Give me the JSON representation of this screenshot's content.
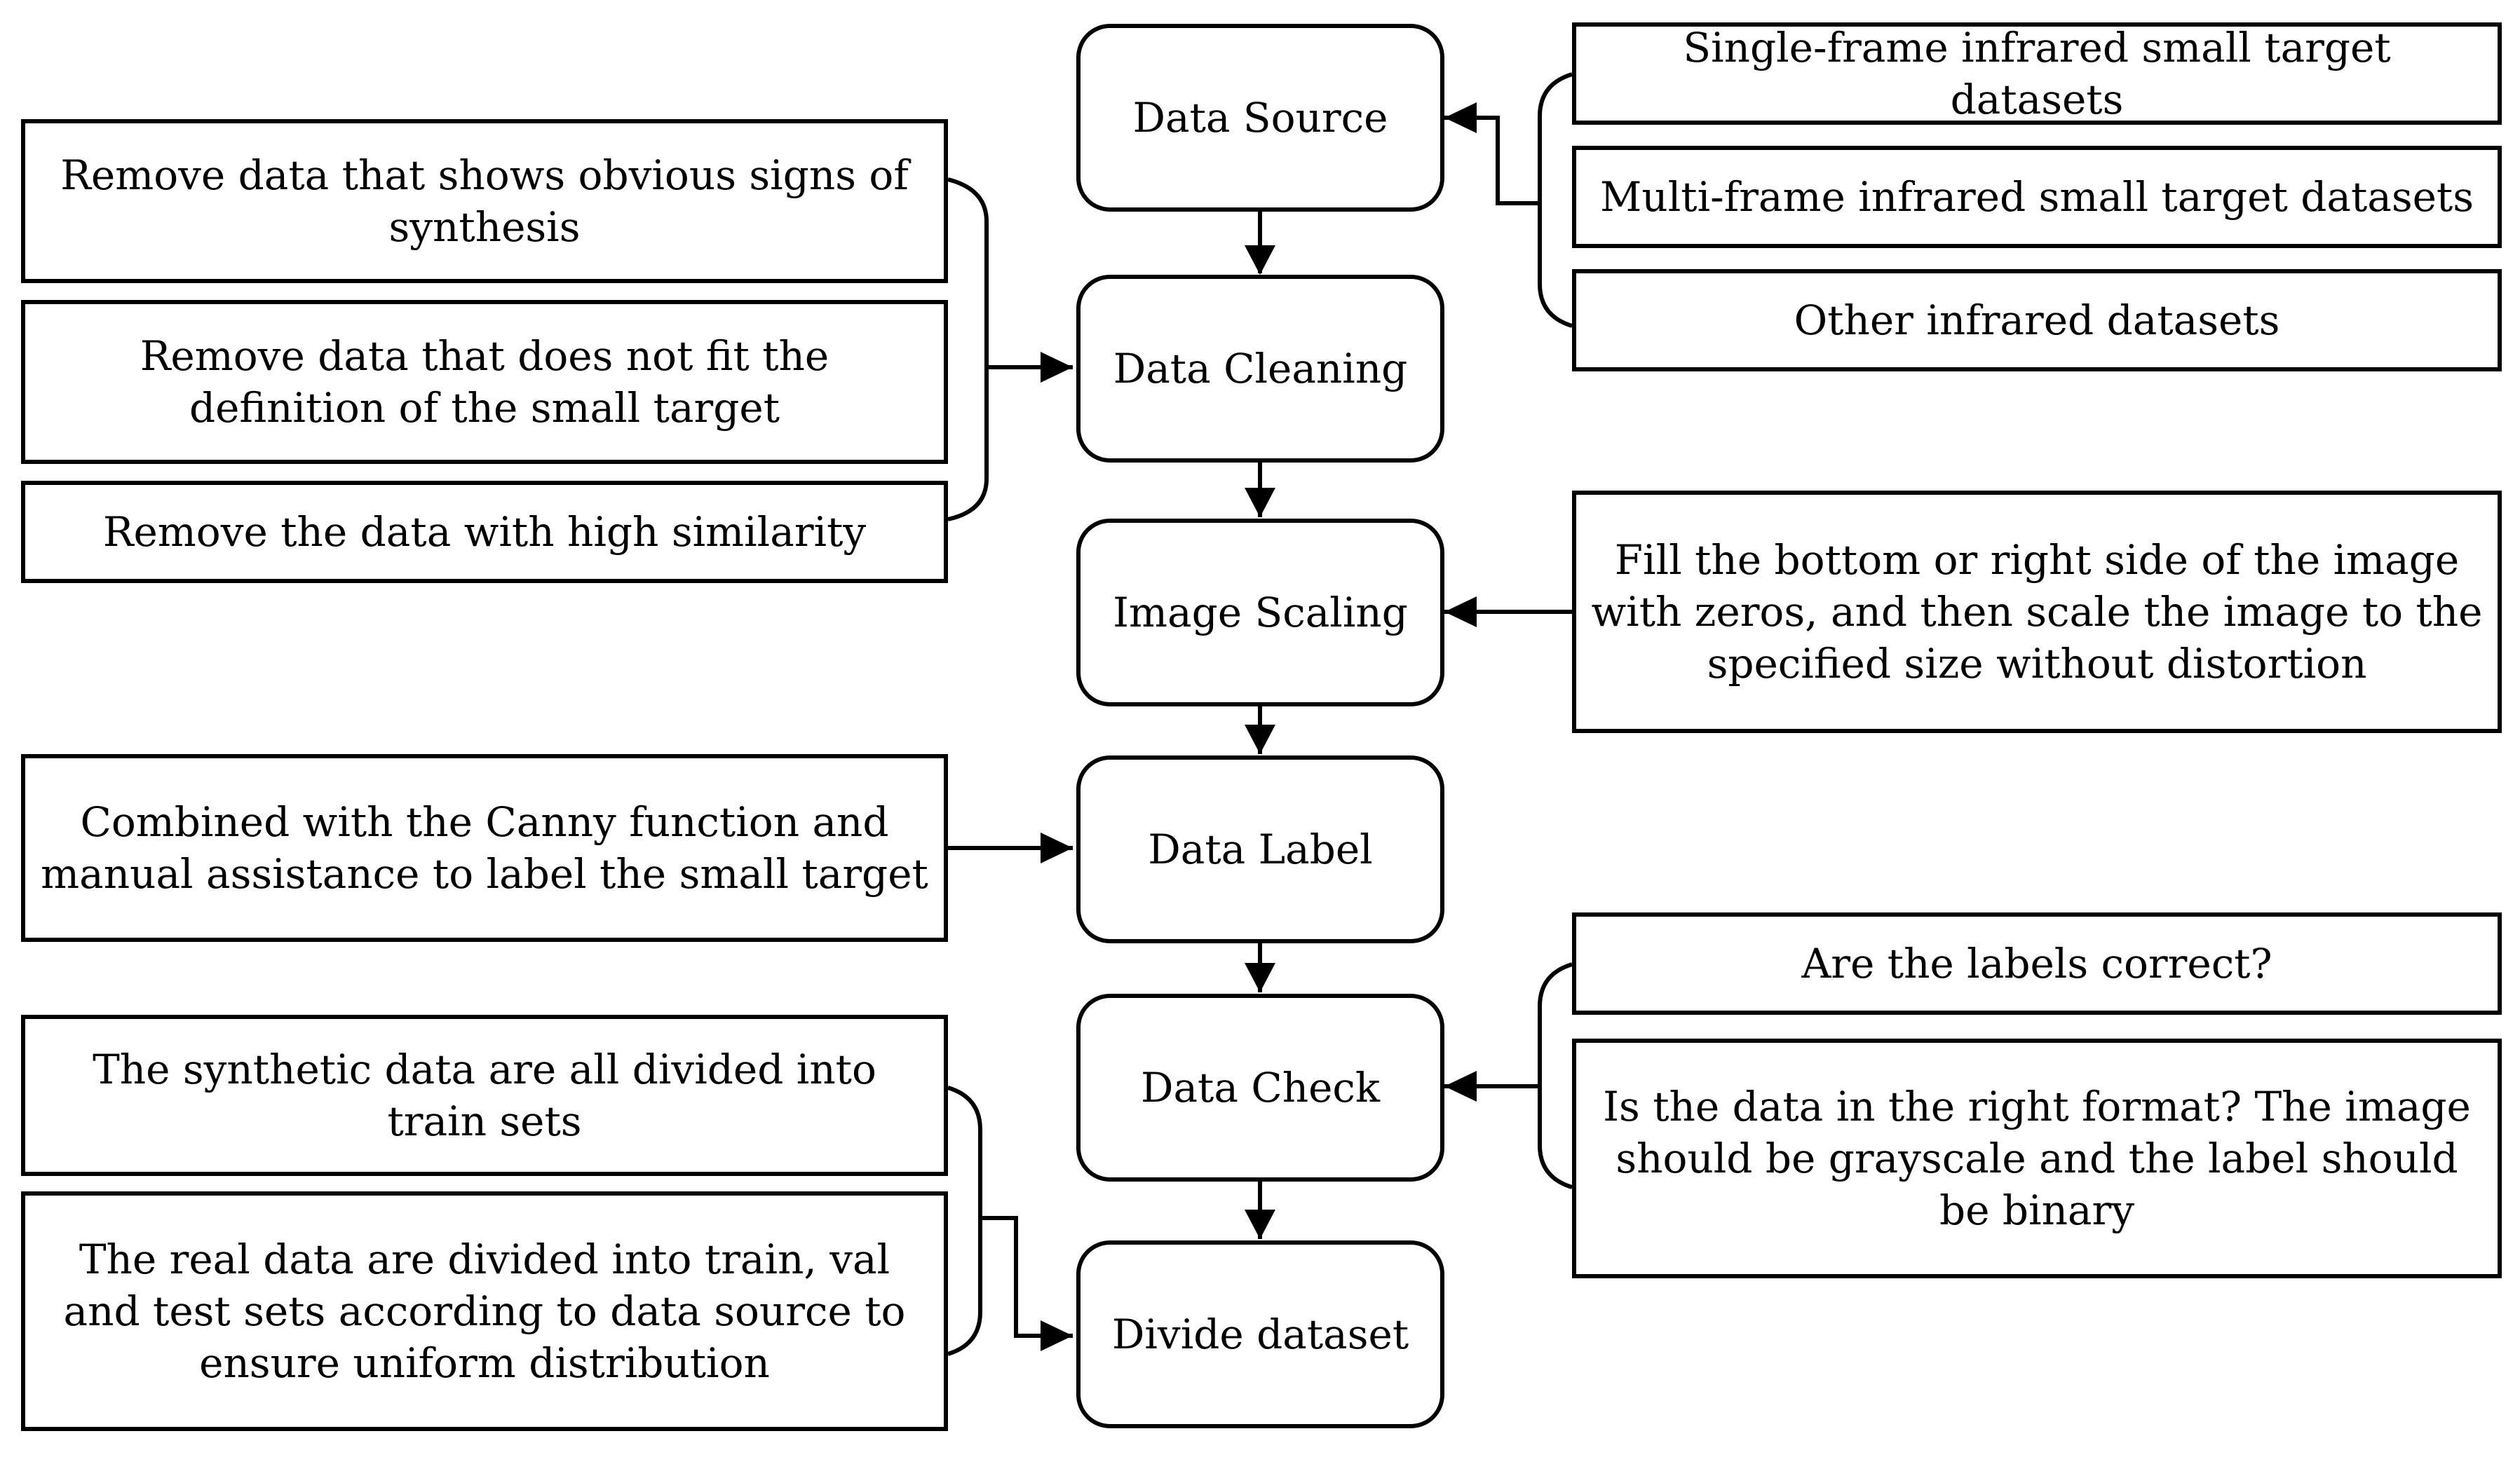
{
  "steps": [
    {
      "id": "source",
      "label": "Data Source"
    },
    {
      "id": "cleaning",
      "label": "Data Cleaning"
    },
    {
      "id": "scaling",
      "label": "Image Scaling"
    },
    {
      "id": "label",
      "label": "Data Label"
    },
    {
      "id": "check",
      "label": "Data Check"
    },
    {
      "id": "divide",
      "label": "Divide dataset"
    }
  ],
  "source_notes": [
    "Single-frame infrared small target datasets",
    "Multi-frame infrared small target datasets",
    "Other infrared datasets"
  ],
  "cleaning_notes": [
    "Remove data that shows obvious signs of synthesis",
    "Remove data that does not fit the definition of the small target",
    "Remove the data with high similarity"
  ],
  "scaling_note": "Fill the bottom or right side of the image with zeros, and then scale the image to the specified size without distortion",
  "label_note": "Combined with the Canny function and manual assistance to label the small target",
  "check_notes": [
    "Are the labels correct?",
    "Is the data in the right format? The image should be grayscale and the label should be binary"
  ],
  "divide_notes": [
    "The synthetic data are all divided into train sets",
    "The real data are divided into train, val and test sets according to data source to ensure uniform distribution"
  ]
}
